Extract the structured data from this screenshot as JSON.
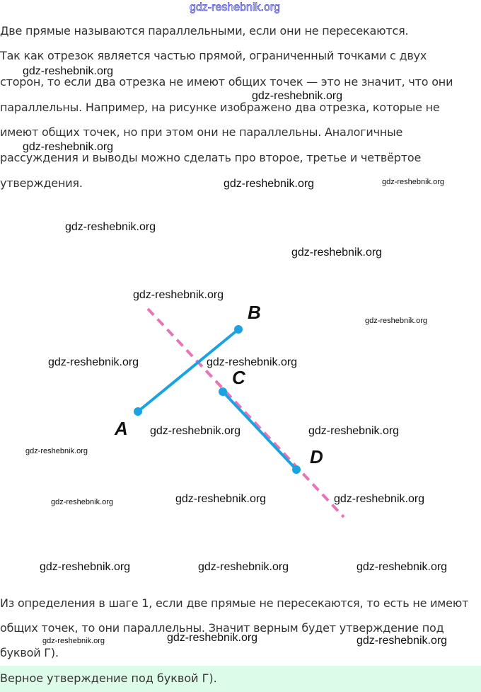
{
  "watermark": "gdz-reshebnik.org",
  "paragraph1": "Две прямые называются параллельными, если они не пересекаются.",
  "paragraph2_lines": [
    "Так как отрезок является частью прямой, ограниченный точками с двух",
    "сторон, то если два отрезка не имеют общих точек — это не значит, что они",
    "параллельны. Например, на рисунке изображено два отрезка, которые не",
    "имеют общих точек, но при этом они не параллельны. Аналогичные",
    "рассуждения и выводы можно сделать про второе, третье и четвёртое",
    "утверждения."
  ],
  "figure": {
    "points": [
      "A",
      "B",
      "C",
      "D"
    ],
    "segment_color": "#1aa3e0",
    "line_color": "#e873b8"
  },
  "paragraph3_lines": [
    "Из определения в шаге 1, если две прямые не пересекаются, то есть не имеют",
    "общих точек, то они параллельны. Значит верным будет утверждение под",
    "буквой Г)."
  ],
  "answer": "Верное утверждение под буквой Г)."
}
